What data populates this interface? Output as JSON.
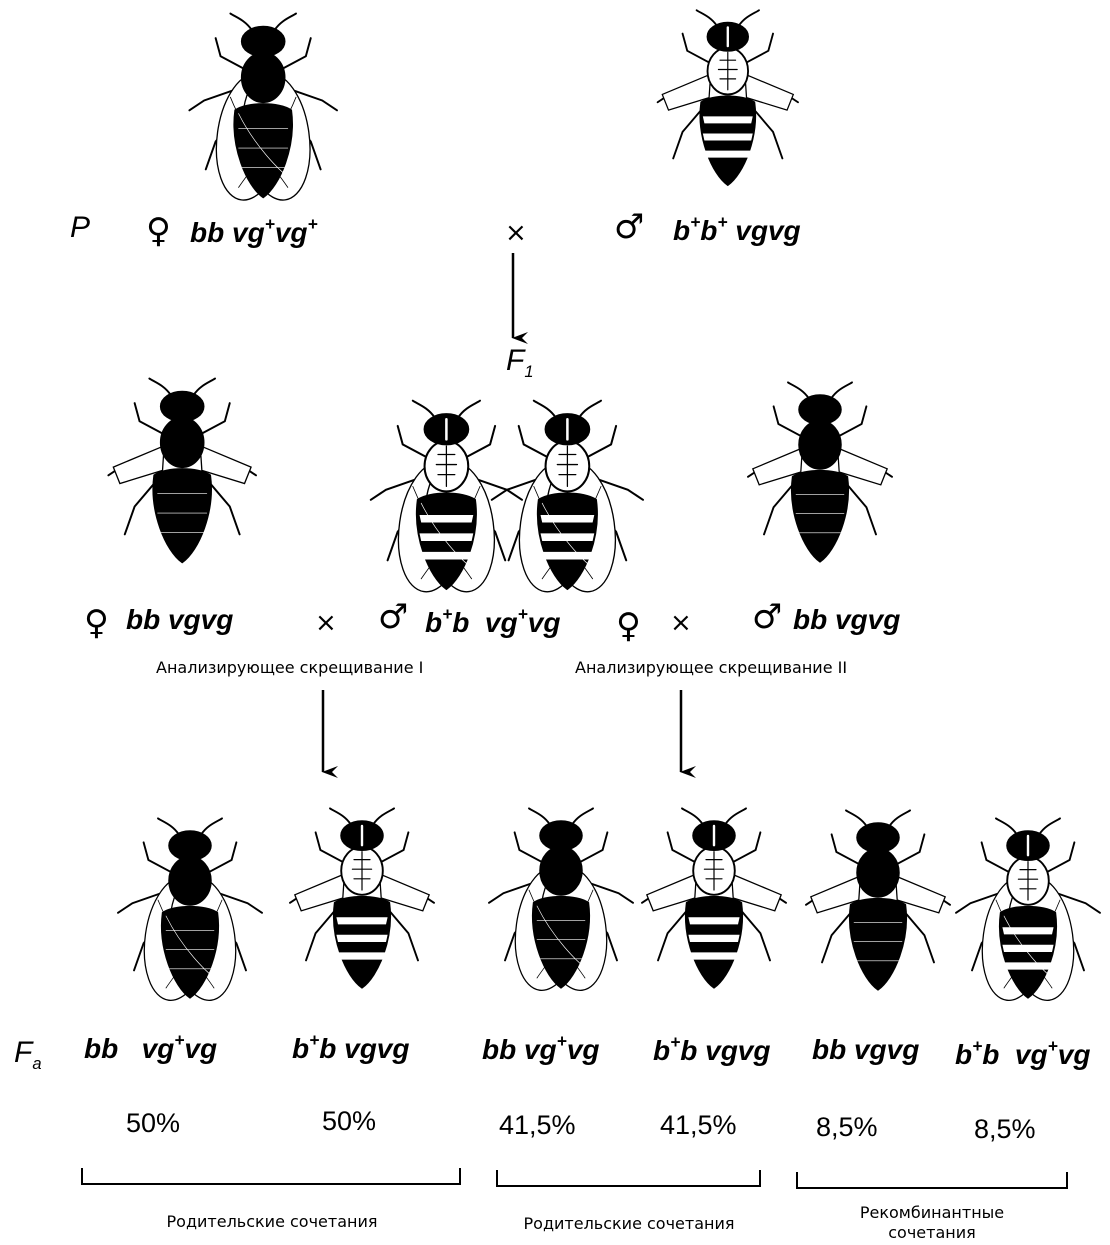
{
  "parents": {
    "label": "P",
    "female": {
      "symbol": "♀",
      "genotype": {
        "a": "bb",
        "b": "vg",
        "s1": "+",
        "c": "vg",
        "s2": "+"
      }
    },
    "cross": "×",
    "male": {
      "symbol": "♂",
      "genotype": {
        "a": "b",
        "s1": "+",
        "b": "b",
        "s2": "+",
        "c": "vgvg"
      }
    }
  },
  "f1": {
    "letter": "F",
    "index": "1"
  },
  "testcross_1": {
    "female": {
      "symbol": "♀",
      "genotype": "bb vgvg"
    },
    "cross": "×",
    "male": {
      "symbol": "♂",
      "genotype": {
        "a": "b",
        "s1": "+",
        "b": "b",
        "c": "vg",
        "s2": "+",
        "d": "vg"
      }
    },
    "caption": "Анализирующее скрещивание  I"
  },
  "testcross_2": {
    "female": {
      "symbol": "♀"
    },
    "cross": "×",
    "male": {
      "symbol": "♂",
      "genotype": "bb  vgvg"
    },
    "caption": "Анализирующее скрещивание  II"
  },
  "fa": {
    "letter": "F",
    "index": "a",
    "offspring": [
      {
        "g": {
          "a": "bb",
          "b": "vg",
          "s": "+",
          "c": "vg"
        },
        "percent": "50%"
      },
      {
        "g": {
          "a": "b",
          "s": "+",
          "b": "b vgvg"
        },
        "percent": "50%"
      },
      {
        "g": {
          "a": "bb vg",
          "s": "+",
          "b": "vg"
        },
        "percent": "41,5%"
      },
      {
        "g": {
          "a": "b",
          "s": "+",
          "b": "b vgvg"
        },
        "percent": "41,5%"
      },
      {
        "g": {
          "a": "bb vgvg"
        },
        "percent": "8,5%"
      },
      {
        "g": {
          "a": "b",
          "s": "+",
          "b": "b",
          "c": "vg",
          "s2": "+",
          "d": "vg"
        },
        "percent": "8,5%"
      }
    ]
  },
  "groups": {
    "parental_1": "Родительские сочетания",
    "parental_2": "Родительские сочетания",
    "recombinant": "Рекомбинантные сочетания"
  }
}
